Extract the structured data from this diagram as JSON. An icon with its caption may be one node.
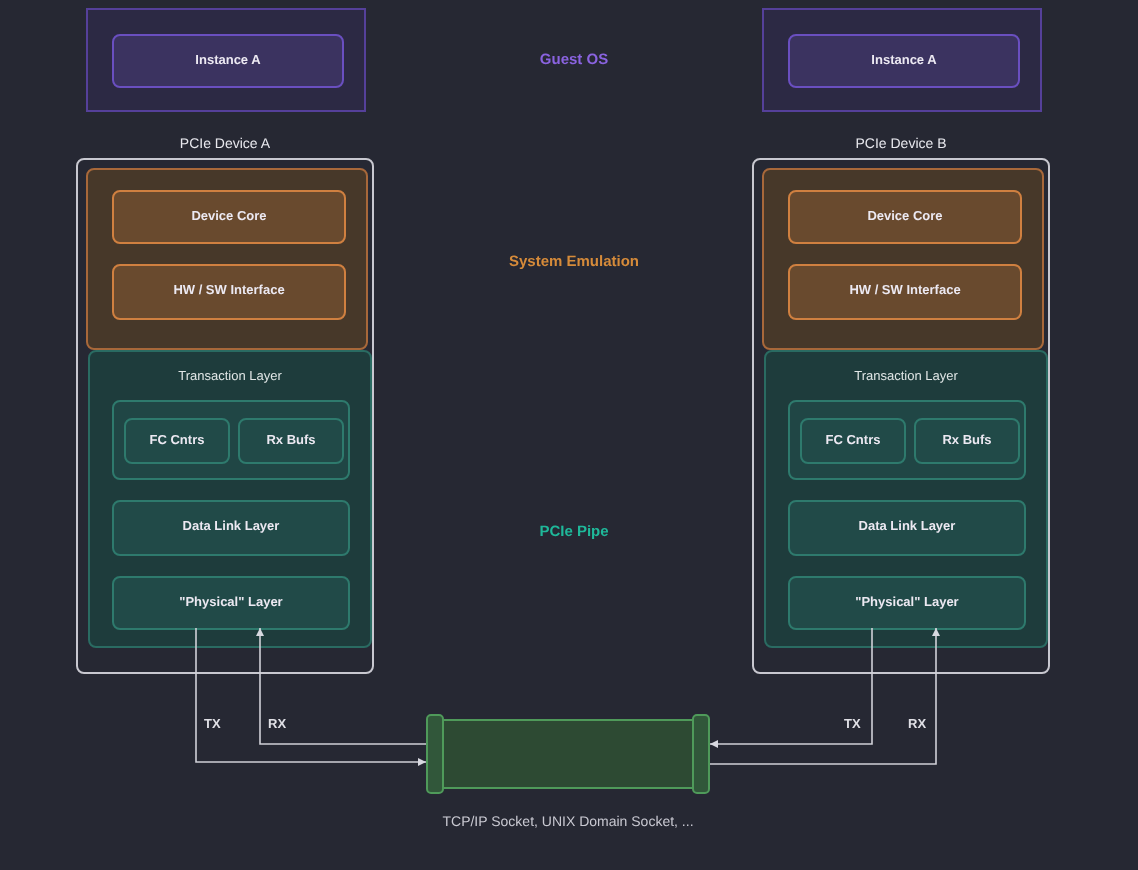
{
  "diagram": {
    "nodes": [
      {
        "text": [],
        "shape": "box"
      },
      {
        "text": [
          "Instance A"
        ],
        "in": 0
      },
      {
        "text": [],
        "shape": "box"
      },
      {
        "text": [
          "Instance A"
        ],
        "in": 2
      },
      {
        "text": [
          "PCIe Device A"
        ]
      },
      {
        "text": [],
        "shape": "box",
        "in": 4
      },
      {
        "text": [
          "Device Core"
        ],
        "in": 5
      },
      {
        "text": [
          "HW / SW Interface"
        ],
        "in": 5
      },
      {
        "text": [
          "Transaction Layer"
        ],
        "in": 4
      },
      {
        "text": [],
        "shape": "box",
        "in": 8
      },
      {
        "text": [
          "FC Cntrs"
        ],
        "in": 9
      },
      {
        "text": [
          "Rx Bufs"
        ],
        "in": 9
      },
      {
        "text": [
          "Data Link Layer"
        ],
        "in": 8
      },
      {
        "text": [
          "\"Physical\" Layer"
        ],
        "in": 8
      },
      {
        "text": [
          "PCIe Device B"
        ]
      },
      {
        "text": [],
        "shape": "box",
        "in": 14
      },
      {
        "text": [
          "Device Core"
        ],
        "in": 15
      },
      {
        "text": [
          "HW / SW Interface"
        ],
        "in": 15
      },
      {
        "text": [
          "Transaction Layer"
        ],
        "in": 14
      },
      {
        "text": [],
        "shape": "box",
        "in": 18
      },
      {
        "text": [
          "FC Cntrs"
        ],
        "in": 19
      },
      {
        "text": [
          "Rx Bufs"
        ],
        "in": 19
      },
      {
        "text": [
          "Data Link Layer"
        ],
        "in": 18
      },
      {
        "text": [
          "\"Physical\" Layer"
        ],
        "in": 18
      },
      {
        "text": [],
        "shape": "cylinder",
        "beside": [
          "TCP/IP Socket, UNIX Domain Socket, ..."
        ]
      }
    ],
    "edges": [
      {
        "from": 13,
        "to": 24,
        "arrow": "to",
        "label": "TX"
      },
      {
        "from": 24,
        "to": 13,
        "arrow": "to",
        "label": "RX"
      },
      {
        "from": 23,
        "to": 24,
        "arrow": "to",
        "label": "TX"
      },
      {
        "from": 24,
        "to": 23,
        "arrow": "to",
        "label": "RX"
      }
    ],
    "labels": [
      "Guest OS",
      "System Emulation",
      "PCIe Pipe"
    ]
  }
}
